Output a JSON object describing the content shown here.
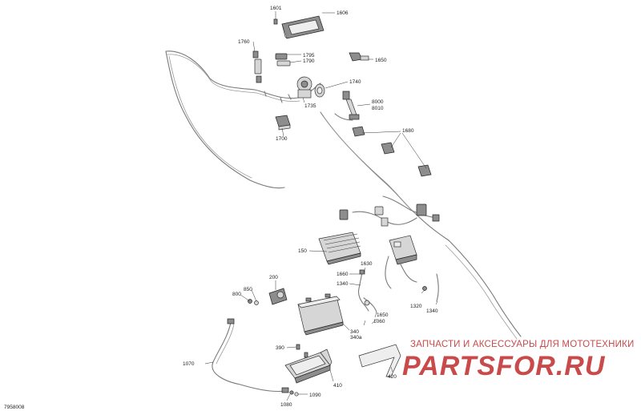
{
  "diagram": {
    "reference_code": "7958008",
    "callouts": {
      "c1601": "1601",
      "c1606": "1606",
      "c1760": "1760",
      "c1795": "1795",
      "c1790": "1790",
      "c1650": "1650",
      "c1740": "1740",
      "c1735": "1735",
      "c8000": "8000",
      "c8010": "8010",
      "c1700": "1700",
      "c1680": "1680",
      "c150": "150",
      "c1630": "1630",
      "c1660": "1660",
      "c1340": "1340",
      "c200": "200",
      "c800": "800",
      "c850": "850",
      "c1650b": "1650",
      "c1060": "1060",
      "c1320": "1320",
      "c1340b": "1340",
      "c340": "340",
      "c340a": "340a",
      "c390": "390",
      "c410": "410",
      "c420": "420",
      "c1070": "1070",
      "c1080": "1080",
      "c1090": "1090"
    }
  },
  "watermark": {
    "tagline": "ЗАПЧАСТИ И АКСЕССУАРЫ ДЛЯ МОТОТЕХНИКИ",
    "logo_text": "PARTSFOR.RU",
    "color": "#c94a4a"
  }
}
